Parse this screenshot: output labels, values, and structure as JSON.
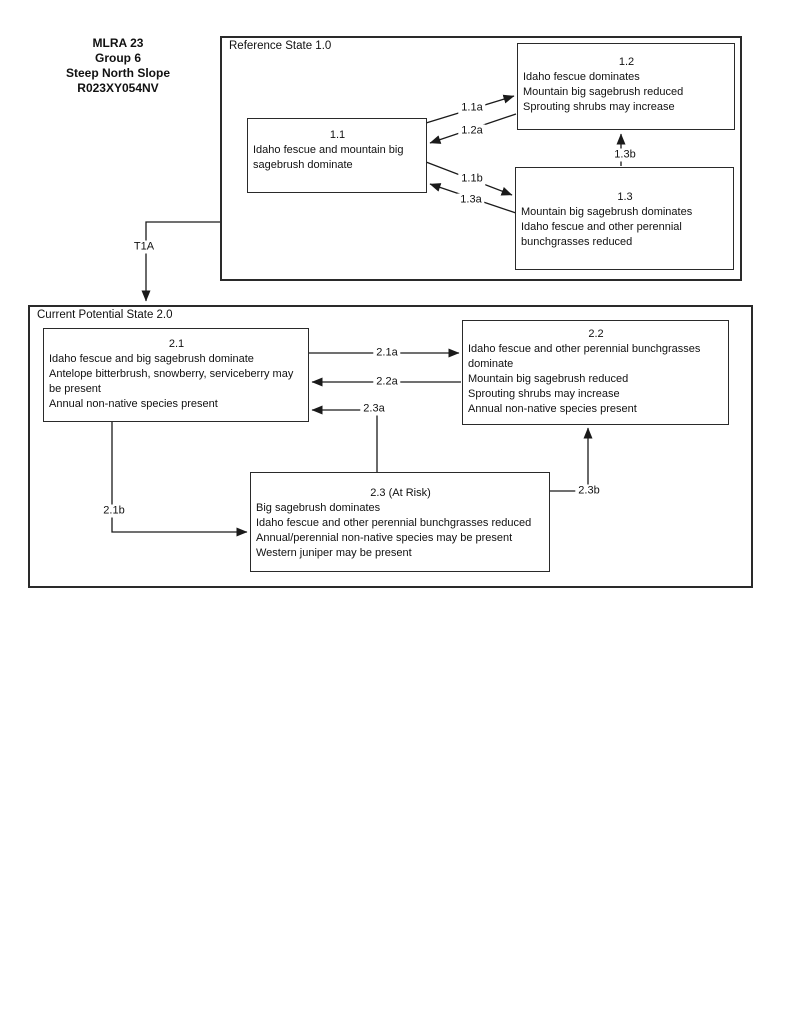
{
  "title_block": {
    "lines": [
      "MLRA 23",
      "Group 6",
      "Steep North Slope",
      "R023XY054NV"
    ]
  },
  "states": {
    "reference": {
      "label": "Reference State 1.0",
      "communities": {
        "c11": {
          "title": "1.1",
          "lines": [
            "Idaho fescue and mountain big sagebrush dominate"
          ]
        },
        "c12": {
          "title": "1.2",
          "lines": [
            "Idaho fescue dominates",
            "Mountain big sagebrush reduced",
            "Sprouting shrubs may increase"
          ]
        },
        "c13": {
          "title": "1.3",
          "lines": [
            "Mountain big sagebrush dominates",
            "Idaho fescue and other perennial bunchgrasses reduced"
          ]
        }
      }
    },
    "current_potential": {
      "label": "Current Potential State 2.0",
      "communities": {
        "c21": {
          "title": "2.1",
          "lines": [
            "Idaho fescue and big sagebrush dominate",
            "Antelope bitterbrush, snowberry, serviceberry may be present",
            "Annual non-native species present"
          ]
        },
        "c22": {
          "title": "2.2",
          "lines": [
            "Idaho fescue and other perennial bunchgrasses dominate",
            "Mountain big sagebrush reduced",
            "Sprouting shrubs may increase",
            "Annual non-native species present"
          ]
        },
        "c23": {
          "title": "2.3 (At Risk)",
          "lines": [
            "Big sagebrush dominates",
            "Idaho fescue and other perennial bunchgrasses reduced",
            "Annual/perennial non-native species may be present",
            "Western juniper may be present"
          ]
        }
      }
    }
  },
  "transitions": {
    "t1a": "T1A",
    "p11a": "1.1a",
    "p12a": "1.2a",
    "p11b": "1.1b",
    "p13a": "1.3a",
    "p13b": "1.3b",
    "p21a": "2.1a",
    "p22a": "2.2a",
    "p23a": "2.3a",
    "p21b": "2.1b",
    "p23b": "2.3b"
  },
  "colors": {
    "line": "#1a1a1a",
    "text": "#111111",
    "background": "#ffffff"
  }
}
